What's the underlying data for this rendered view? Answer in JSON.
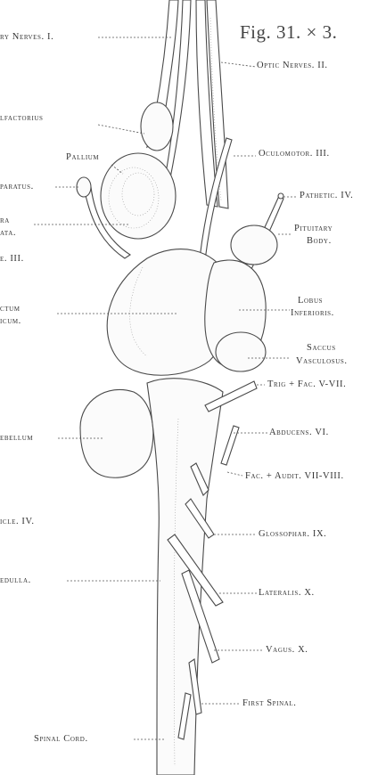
{
  "figure": {
    "title": "Fig. 31. × 3.",
    "labels": {
      "olfactory_nerves": "ry Nerves. I.",
      "optic_nerves": "Optic Nerves. II.",
      "bulbus_olfactorius": "lfactorius",
      "pallium": "Pallium",
      "pineal_apparatus": "paratus.",
      "oculomotor": "Oculomotor. III.",
      "pathetic": "Pathetic. IV.",
      "habenula": "ra",
      "habenula_line2": "ata.",
      "ventricle_three": "e. III.",
      "pituitary": "Pituitary",
      "pituitary_line2": "Body.",
      "tectum": "ctum",
      "tectum_line2": "icum.",
      "lobus": "Lobus",
      "lobus_line2": "Inferioris.",
      "saccus": "Saccus",
      "saccus_line2": "Vasculosus.",
      "trig_fac": "Trig + Fac. V-VII.",
      "cerebellum": "ebellum",
      "abducens": "Abducens. VI.",
      "fac_audit": "Fac. + Audit. VII-VIII.",
      "ventricle_four": "icle. IV.",
      "glossophar": "Glossophar. IX.",
      "medulla": "edulla.",
      "lateralis": "Lateralis. X.",
      "vagus": "Vagus. X.",
      "first_spinal": "First Spinal.",
      "spinal_cord": "Spinal Cord."
    }
  }
}
